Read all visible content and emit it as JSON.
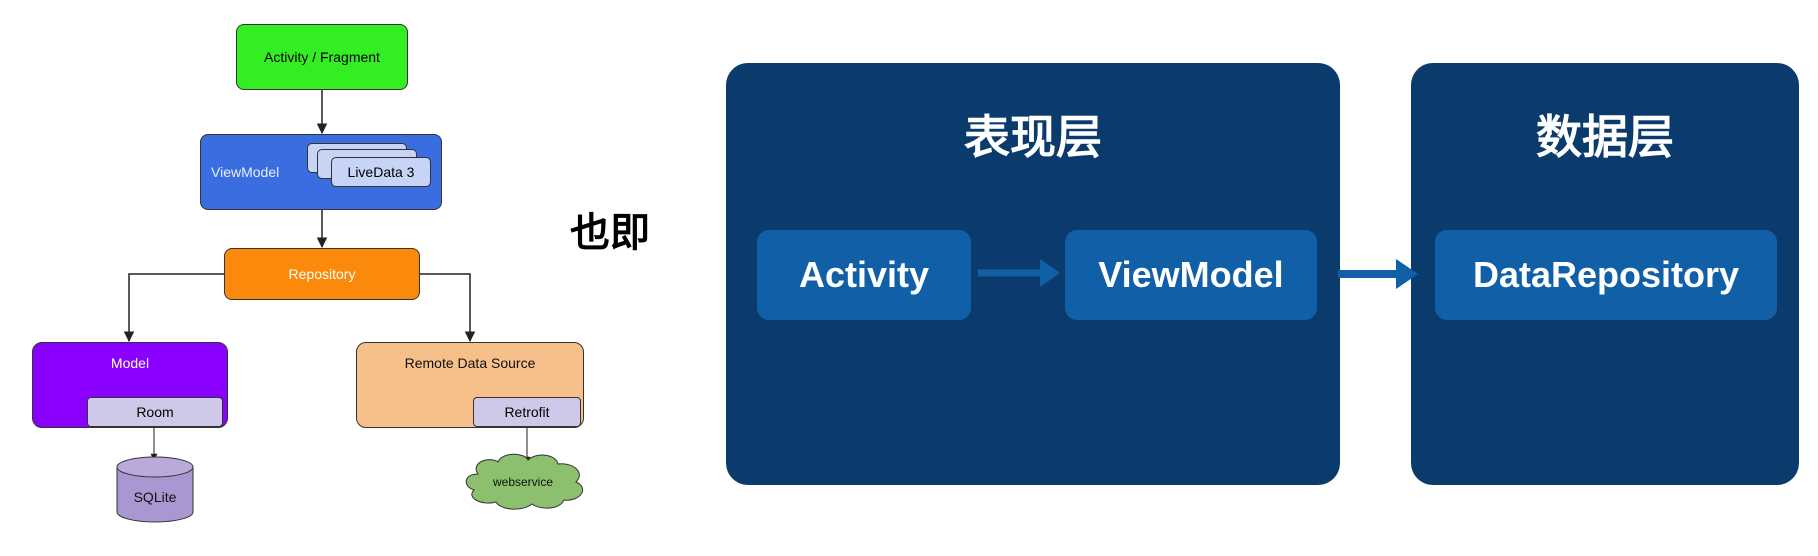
{
  "left_diagram": {
    "activity": "Activity / Fragment",
    "viewmodel": "ViewModel",
    "livedata": "LiveData 3",
    "repository": "Repository",
    "model": "Model",
    "room": "Room",
    "sqlite": "SQLite",
    "remote": "Remote Data Source",
    "retrofit": "Retrofit",
    "webservice": "webservice"
  },
  "connector_label": "也即",
  "right_diagram": {
    "presentation_layer": {
      "title": "表现层",
      "activity": "Activity",
      "viewmodel": "ViewModel"
    },
    "data_layer": {
      "title": "数据层",
      "repository": "DataRepository"
    }
  },
  "colors": {
    "activity": "#33ee22",
    "viewmodel": "#3a6ee0",
    "livedata": "#c7d4f5",
    "repository": "#fb8a0c",
    "model": "#8a00ff",
    "room": "#d0c8e8",
    "sqlite": "#a897d0",
    "remote": "#f7c08b",
    "webservice": "#8cbf6e",
    "panel": "#0a3b6c",
    "box": "#115fa6",
    "arrow": "#115fa6"
  }
}
